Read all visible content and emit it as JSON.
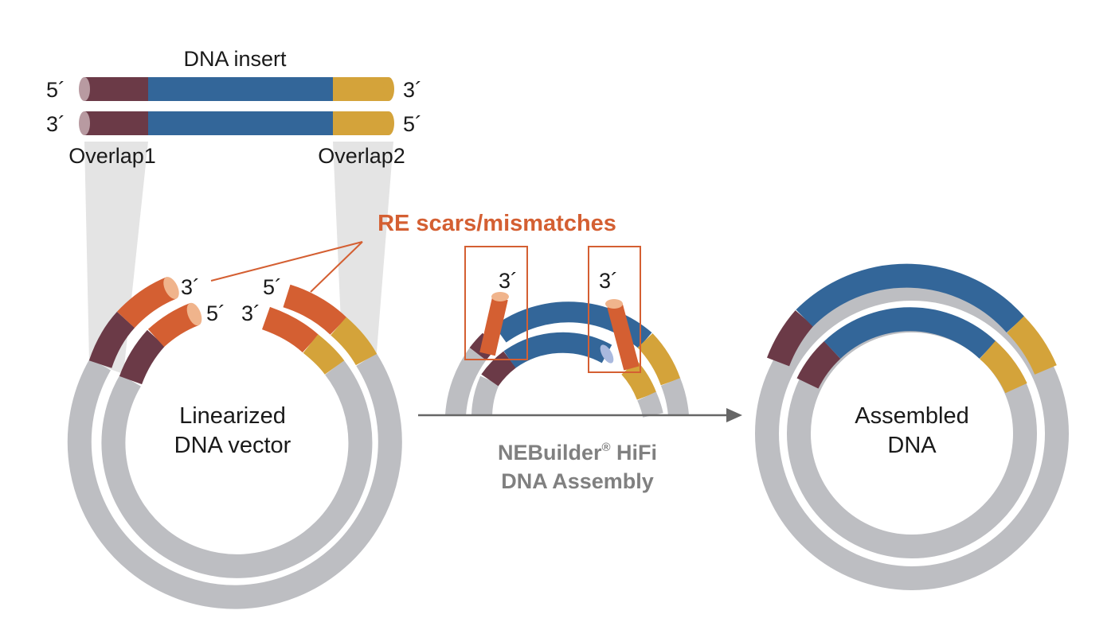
{
  "insert": {
    "title": "DNA insert",
    "top_left_end": "5´",
    "top_right_end": "3´",
    "bottom_left_end": "3´",
    "bottom_right_end": "5´",
    "overlap1_label": "Overlap1",
    "overlap2_label": "Overlap2"
  },
  "vector": {
    "label_line1": "Linearized",
    "label_line2": "DNA vector",
    "end_outer_left": "3´",
    "end_inner_left": "5´",
    "end_outer_right": "5´",
    "end_inner_right": "3´"
  },
  "scars": {
    "label": "RE scars/mismatches",
    "left_end": "3´",
    "right_end": "3´"
  },
  "process": {
    "line1": "NEBuilder",
    "registered": "®",
    "line1_tail": " HiFi",
    "line2": "DNA Assembly"
  },
  "assembled": {
    "label_line1": "Assembled",
    "label_line2": "DNA"
  },
  "colors": {
    "overlap1": "#6b3a47",
    "insert": "#336699",
    "overlap2": "#d4a33a",
    "scar": "#d45f32",
    "vector": "#bdbec2",
    "projection": "#e4e4e4",
    "process_text": "#808080",
    "arrow": "#666666"
  }
}
